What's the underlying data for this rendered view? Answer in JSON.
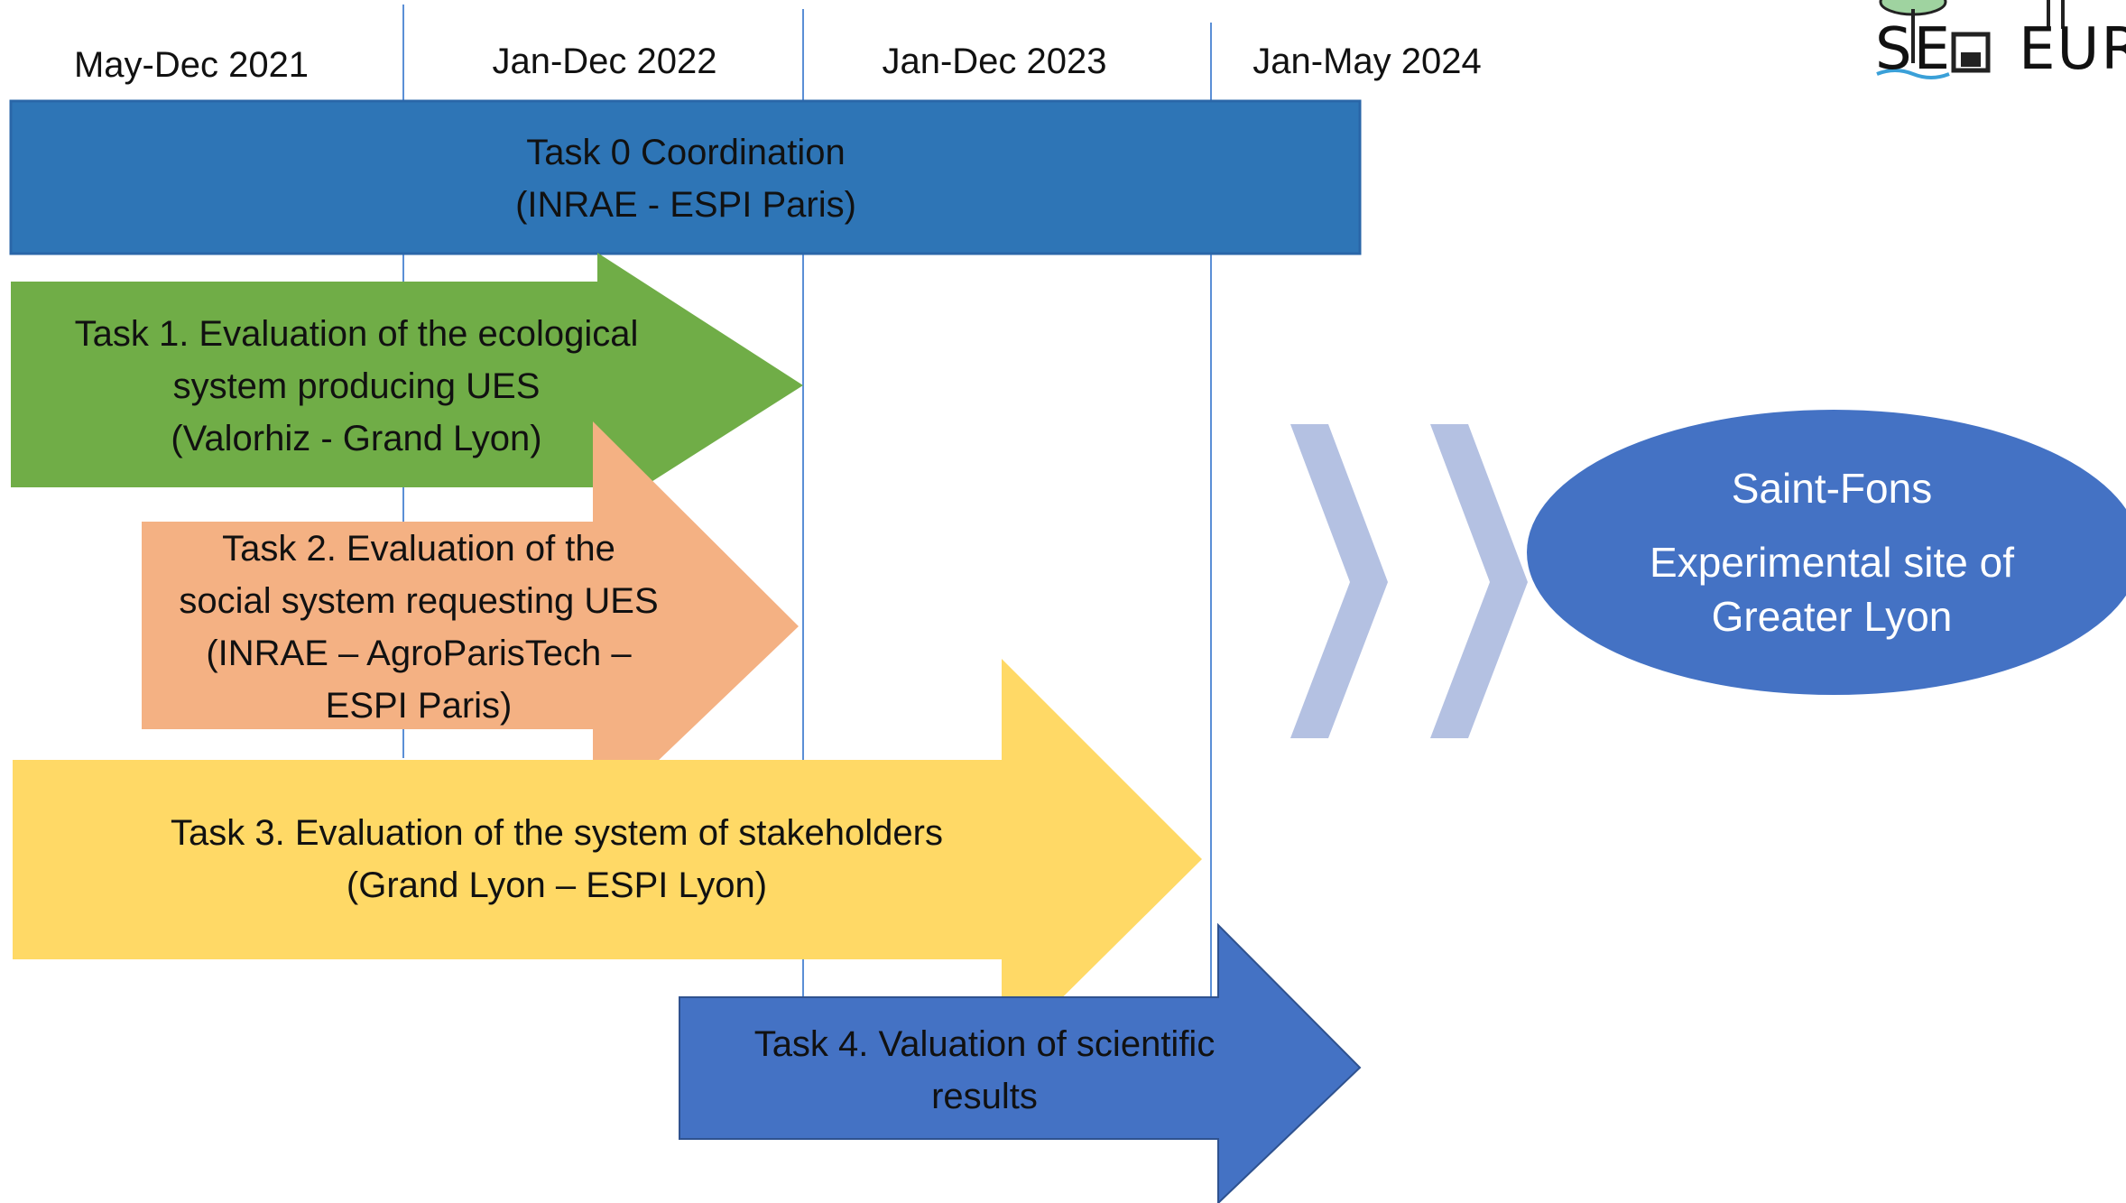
{
  "periods": [
    "May-Dec 2021",
    "Jan-Dec 2022",
    "Jan-Dec 2023",
    "Jan-May 2024"
  ],
  "logo": {
    "text_left": "SE",
    "text_right": "EUR"
  },
  "tasks": [
    {
      "lines": [
        "Task 0 Coordination",
        "(INRAE - ESPI Paris)"
      ],
      "color": "#2e75b6"
    },
    {
      "lines": [
        "Task 1. Evaluation of the ecological",
        "system producing UES",
        "(Valorhiz - Grand Lyon)"
      ],
      "color": "#70ad47"
    },
    {
      "lines": [
        "Task 2. Evaluation of the",
        "social system requesting UES",
        "(INRAE – AgroParisTech –",
        "ESPI Paris)"
      ],
      "color": "#f4b183"
    },
    {
      "lines": [
        "Task 3. Evaluation of the system of stakeholders",
        "(Grand Lyon – ESPI Lyon)"
      ],
      "color": "#ffd966"
    },
    {
      "lines": [
        "Task 4. Valuation of scientific",
        "results"
      ],
      "color": "#4472c4"
    }
  ],
  "site": {
    "lines": [
      "Saint-Fons",
      "Experimental site of",
      "Greater Lyon"
    ],
    "color": "#4472c4"
  },
  "chevron_color": "#b4c1e2",
  "gridline_color": "#5b8fd6"
}
